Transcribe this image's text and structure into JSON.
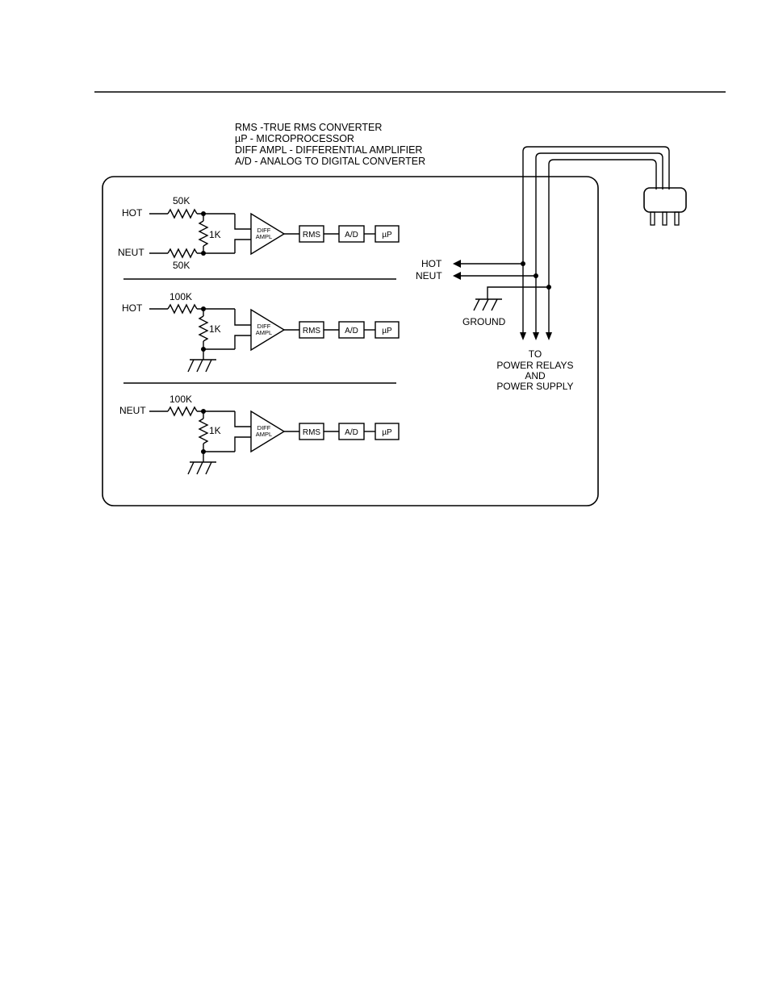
{
  "legend": [
    "RMS -TRUE RMS CONVERTER",
    "µP - MICROPROCESSOR",
    "DIFF AMPL - DIFFERENTIAL AMPLIFIER",
    "A/D - ANALOG TO DIGITAL CONVERTER"
  ],
  "channels": [
    {
      "input_top": "HOT",
      "resistor_top": "50K",
      "divider": "1K",
      "input_bottom": "NEUT",
      "resistor_bottom": "50K",
      "amp_line1": "DIFF",
      "amp_line2": "AMPL",
      "blocks": [
        "RMS",
        "A/D",
        "µP"
      ]
    },
    {
      "input_top": "HOT",
      "resistor_top": "100K",
      "divider": "1K",
      "amp_line1": "DIFF",
      "amp_line2": "AMPL",
      "blocks": [
        "RMS",
        "A/D",
        "µP"
      ]
    },
    {
      "input_top": "NEUT",
      "resistor_top": "100K",
      "divider": "1K",
      "amp_line1": "DIFF",
      "amp_line2": "AMPL",
      "blocks": [
        "RMS",
        "A/D",
        "µP"
      ]
    }
  ],
  "outputs": {
    "hot": "HOT",
    "neut": "NEUT",
    "ground": "GROUND",
    "to_lines": [
      "TO",
      "POWER RELAYS",
      "AND",
      "POWER SUPPLY"
    ]
  }
}
